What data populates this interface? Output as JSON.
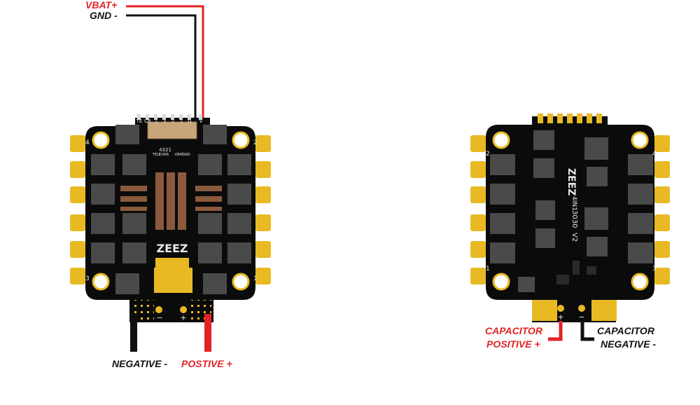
{
  "colors": {
    "positive": "#e02326",
    "negative": "#111111",
    "pcb": "#0b0b0b",
    "pad": "#e8b923",
    "component": "#4a4a4a",
    "capacitor": "#8b5a3c",
    "silkscreen": "#e8e8e8"
  },
  "labels": {
    "vbat": "VBAT+",
    "gnd": "GND -",
    "negative": "NEGATIVE -",
    "positive": "POSTIVE +",
    "cap_pos_1": "CAPACITOR",
    "cap_pos_2": "POSITIVE +",
    "cap_neg_1": "CAPACITOR",
    "cap_neg_2": "NEGATIVE -"
  },
  "left_board": {
    "logo": "ZEEZ",
    "connector_pins": [
      "TE",
      "CR",
      "1",
      "3",
      "2",
      "1",
      "G",
      "V"
    ],
    "connector_pins_inner": "4321",
    "pad_labels": [
      "TELE",
      "CURR",
      "VBAT",
      "GND"
    ],
    "corner_numbers": [
      "4",
      "2",
      "3",
      "1"
    ],
    "pad_minus": "−",
    "pad_plus": "+"
  },
  "right_board": {
    "logo": "ZEEZ",
    "model": "4IN1",
    "size": "3030",
    "version": "V2",
    "corner_numbers": [
      "2",
      "4",
      "1",
      "3"
    ],
    "pad_plus": "+",
    "pad_minus": "−"
  }
}
